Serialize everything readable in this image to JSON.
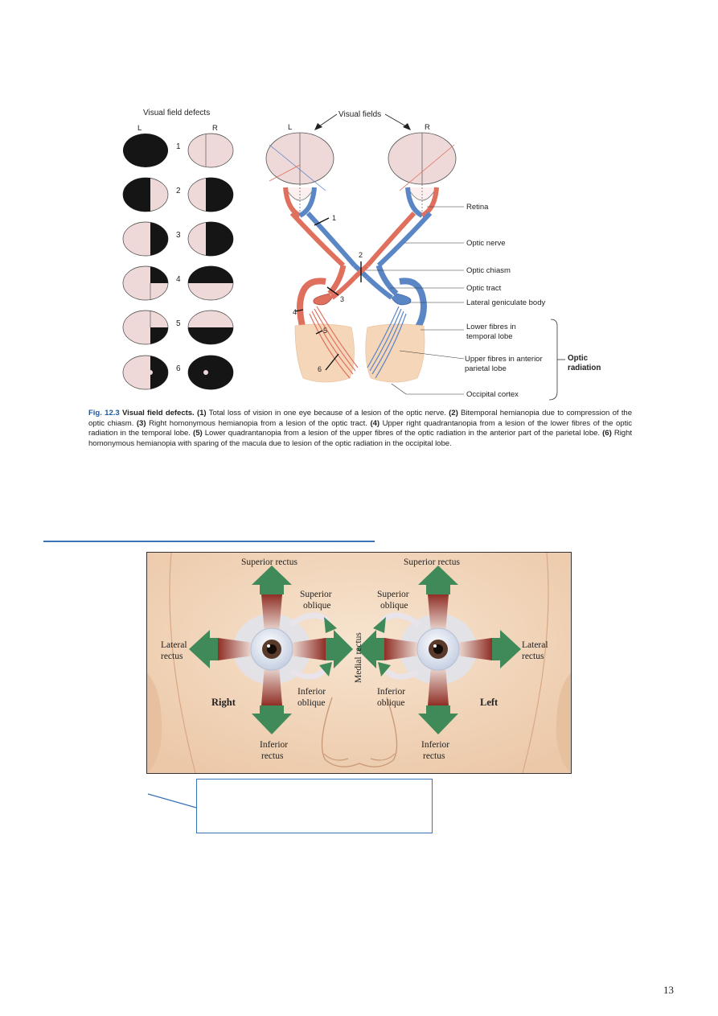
{
  "visual_fig": {
    "defects_title": "Visual field defects",
    "left_eye": "L",
    "right_eye": "R",
    "rows": [
      "1",
      "2",
      "3",
      "4",
      "5",
      "6"
    ],
    "fields_title": "Visual fields",
    "field_left": "L",
    "field_right": "R",
    "lesion_marks": [
      "1",
      "2",
      "3",
      "4",
      "5",
      "6"
    ],
    "labels": {
      "retina": "Retina",
      "optic_nerve": "Optic nerve",
      "optic_chiasm": "Optic chiasm",
      "optic_tract": "Optic tract",
      "lgb": "Lateral geniculate body",
      "lower_fibres_1": "Lower fibres in",
      "lower_fibres_2": "temporal lobe",
      "upper_fibres_1": "Upper fibres in anterior",
      "upper_fibres_2": "parietal lobe",
      "occipital": "Occipital cortex",
      "optic_radiation_1": "Optic",
      "optic_radiation_2": "radiation"
    },
    "colors": {
      "red": "#e0705e",
      "blue": "#5b86c6",
      "pink": "#efd9d8",
      "black": "#151515",
      "brain": "#f6d6b8"
    }
  },
  "caption": {
    "fig_label": "Fig. 12.3",
    "title": "Visual field defects.",
    "n1": "(1)",
    "t1": " Total loss of vision in one eye because of a lesion of the optic nerve. ",
    "n2": "(2)",
    "t2": " Bitemporal hemianopia due to compression of the optic chiasm. ",
    "n3": "(3)",
    "t3": " Right homonymous hemianopia from a lesion of the optic tract. ",
    "n4": "(4)",
    "t4": " Upper right quadrantanopia from a lesion of the lower fibres of the optic radiation in the temporal lobe. ",
    "n5": "(5)",
    "t5": " Lower quadrantanopia from a lesion of the upper fibres of the optic radiation in the anterior part of the parietal lobe. ",
    "n6": "(6)",
    "t6": " Right homonymous hemianopia with sparing of the macula due to lesion of the optic radiation in the occipital lobe."
  },
  "eye_fig": {
    "superior_rectus": "Superior rectus",
    "superior_oblique_1": "Superior",
    "superior_oblique_2": "oblique",
    "lateral_1": "Lateral",
    "lateral_2": "rectus",
    "medial_rectus": "Medial rectus",
    "inferior_oblique_1": "Inferior",
    "inferior_oblique_2": "oblique",
    "inferior_rectus_1": "Inferior",
    "inferior_rectus_2": "rectus",
    "right": "Right",
    "left": "Left",
    "colors": {
      "skin": "#f3ddc6",
      "arrow": "#3f8a58",
      "muscle": "#9b3b30"
    }
  },
  "page_number": "13"
}
